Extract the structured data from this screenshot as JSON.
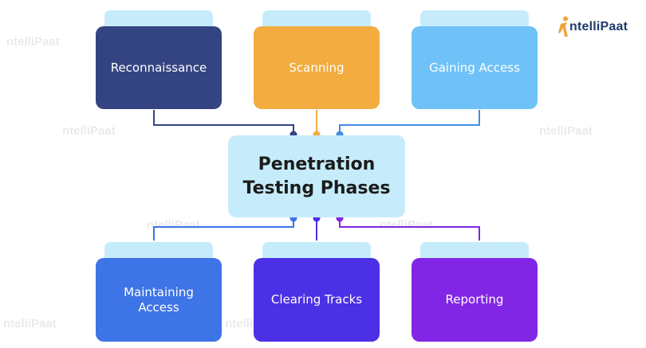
{
  "logo": {
    "text": "ntelliPaat",
    "icon": "person-i-logo-icon"
  },
  "watermark": "ntelliPaat",
  "center": {
    "label": "Penetration Testing Phases"
  },
  "phases": [
    {
      "label": "Reconnaissance",
      "color": "#344483",
      "connector": "#344483"
    },
    {
      "label": "Scanning",
      "color": "#f2ac3f",
      "connector": "#f2ac3f"
    },
    {
      "label": "Gaining Access",
      "color": "#6ec2f8",
      "connector": "#3f8fe0"
    },
    {
      "label": "Maintaining Access",
      "color": "#3d74e6",
      "connector": "#3d74e6"
    },
    {
      "label": "Clearing Tracks",
      "color": "#4b30e6",
      "connector": "#4b30e6"
    },
    {
      "label": "Reporting",
      "color": "#8226e6",
      "connector": "#8226e6"
    }
  ],
  "colors": {
    "tab": "#c6ecfb",
    "center": "#c6ecfb"
  }
}
